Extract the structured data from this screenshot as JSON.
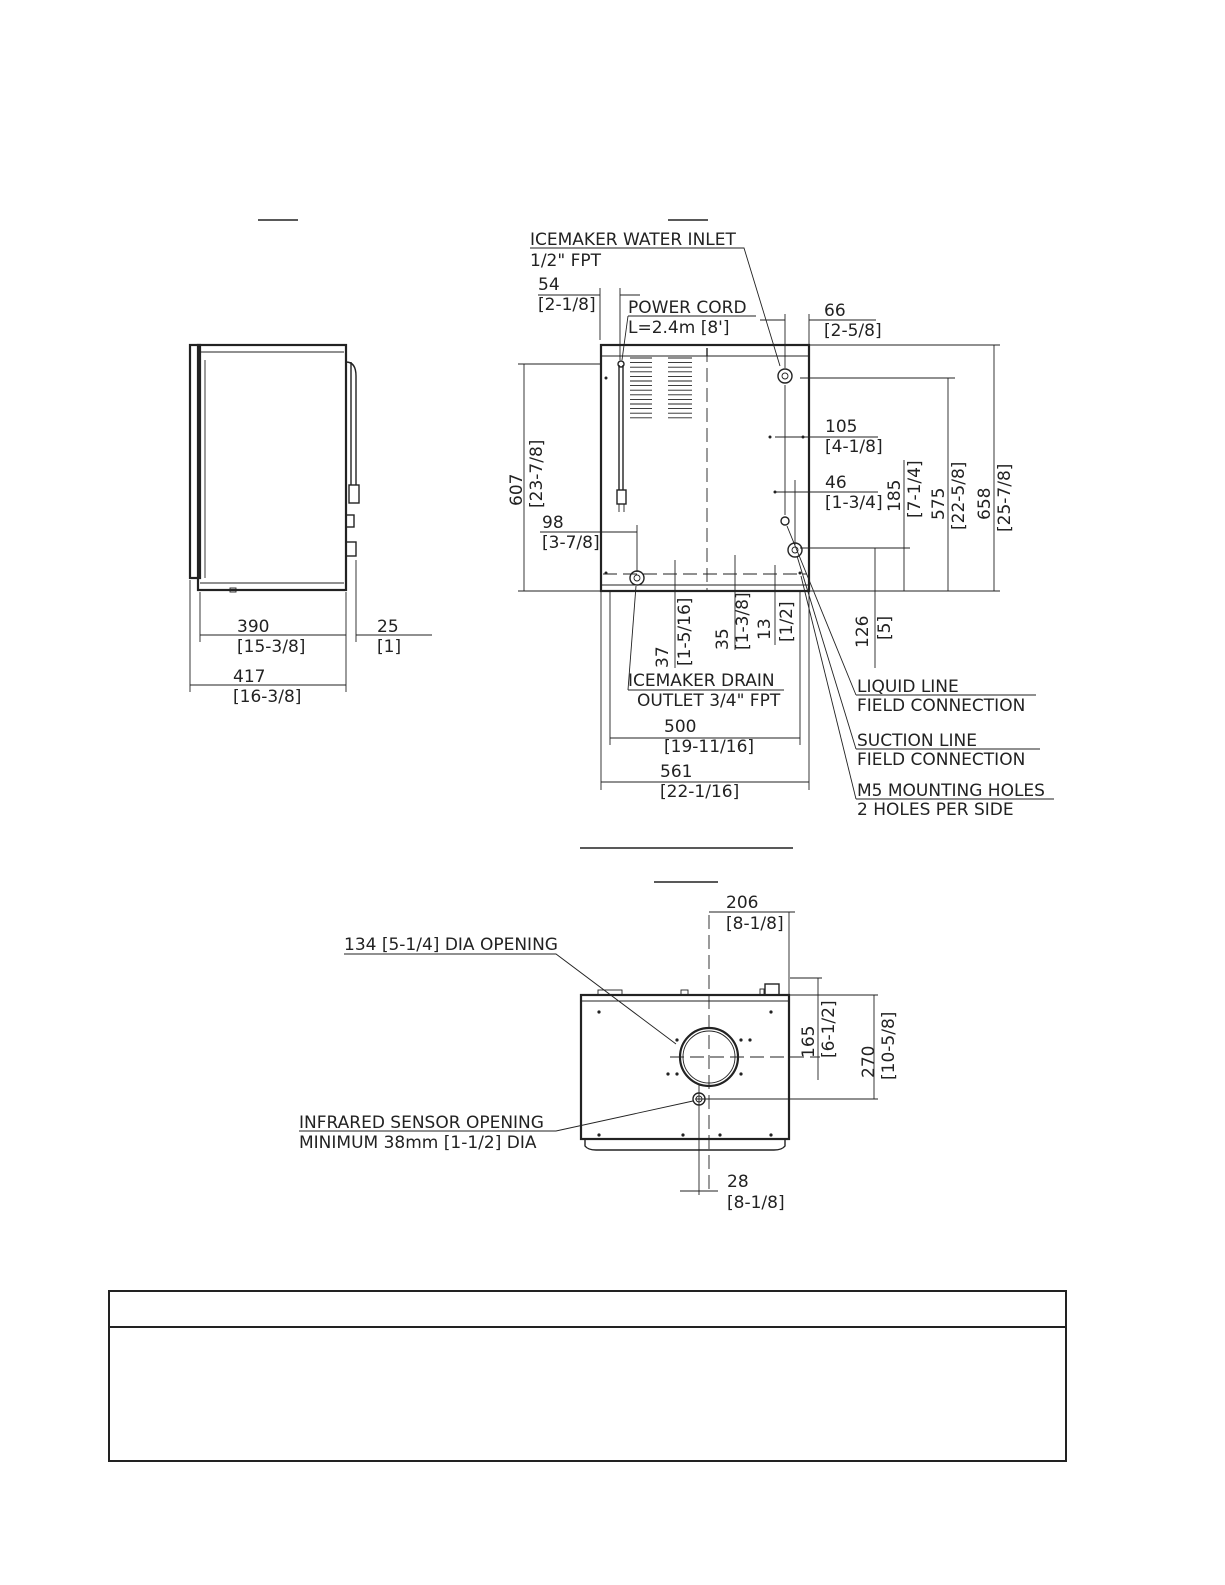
{
  "side_view": {
    "title": "",
    "dims": {
      "depth_390": "390",
      "depth_390_in": "[15-3/8]",
      "offset_25": "25",
      "offset_25_in": "[1]",
      "depth_417": "417",
      "depth_417_in": "[16-3/8]"
    }
  },
  "rear_view": {
    "title": "",
    "callouts": {
      "water_inlet_1": "ICEMAKER WATER INLET",
      "water_inlet_2": "1/2\" FPT",
      "power_cord_1": "POWER CORD",
      "power_cord_2": "L=2.4m [8']",
      "drain_1": "ICEMAKER DRAIN",
      "drain_2": "OUTLET 3/4\" FPT",
      "liquid_1": "LIQUID LINE",
      "liquid_2": "FIELD CONNECTION",
      "suction_1": "SUCTION LINE",
      "suction_2": "FIELD CONNECTION",
      "mount_1": "M5 MOUNTING HOLES",
      "mount_2": "2 HOLES PER SIDE"
    },
    "dims": {
      "d54": "54",
      "d54_in": "[2-1/8]",
      "d66": "66",
      "d66_in": "[2-5/8]",
      "d105": "105",
      "d105_in": "[4-1/8]",
      "d46": "46",
      "d46_in": "[1-3/4]",
      "d98": "98",
      "d98_in": "[3-7/8]",
      "d607": "607",
      "d607_in": "[23-7/8]",
      "d185": "185",
      "d185_in": "[7-1/4]",
      "d575": "575",
      "d575_in": "[22-5/8]",
      "d658": "658",
      "d658_in": "[25-7/8]",
      "d37": "37",
      "d37_in": "[1-5/16]",
      "d35": "35",
      "d35_in": "[1-3/8]",
      "d13": "13",
      "d13_in": "[1/2]",
      "d126": "126",
      "d126_in": "[5]",
      "d500": "500",
      "d500_in": "[19-11/16]",
      "d561": "561",
      "d561_in": "[22-1/16]"
    }
  },
  "top_view": {
    "title": "",
    "callouts": {
      "opening": "134 [5-1/4] DIA OPENING",
      "sensor_1": "INFRARED SENSOR OPENING",
      "sensor_2": "MINIMUM 38mm [1-1/2] DIA"
    },
    "dims": {
      "d206": "206",
      "d206_in": "[8-1/8]",
      "d165": "165",
      "d165_in": "[6-1/2]",
      "d270": "270",
      "d270_in": "[10-5/8]",
      "d28": "28",
      "d28_in": "[8-1/8]"
    }
  },
  "notes_box": {
    "header": "",
    "body": ""
  }
}
